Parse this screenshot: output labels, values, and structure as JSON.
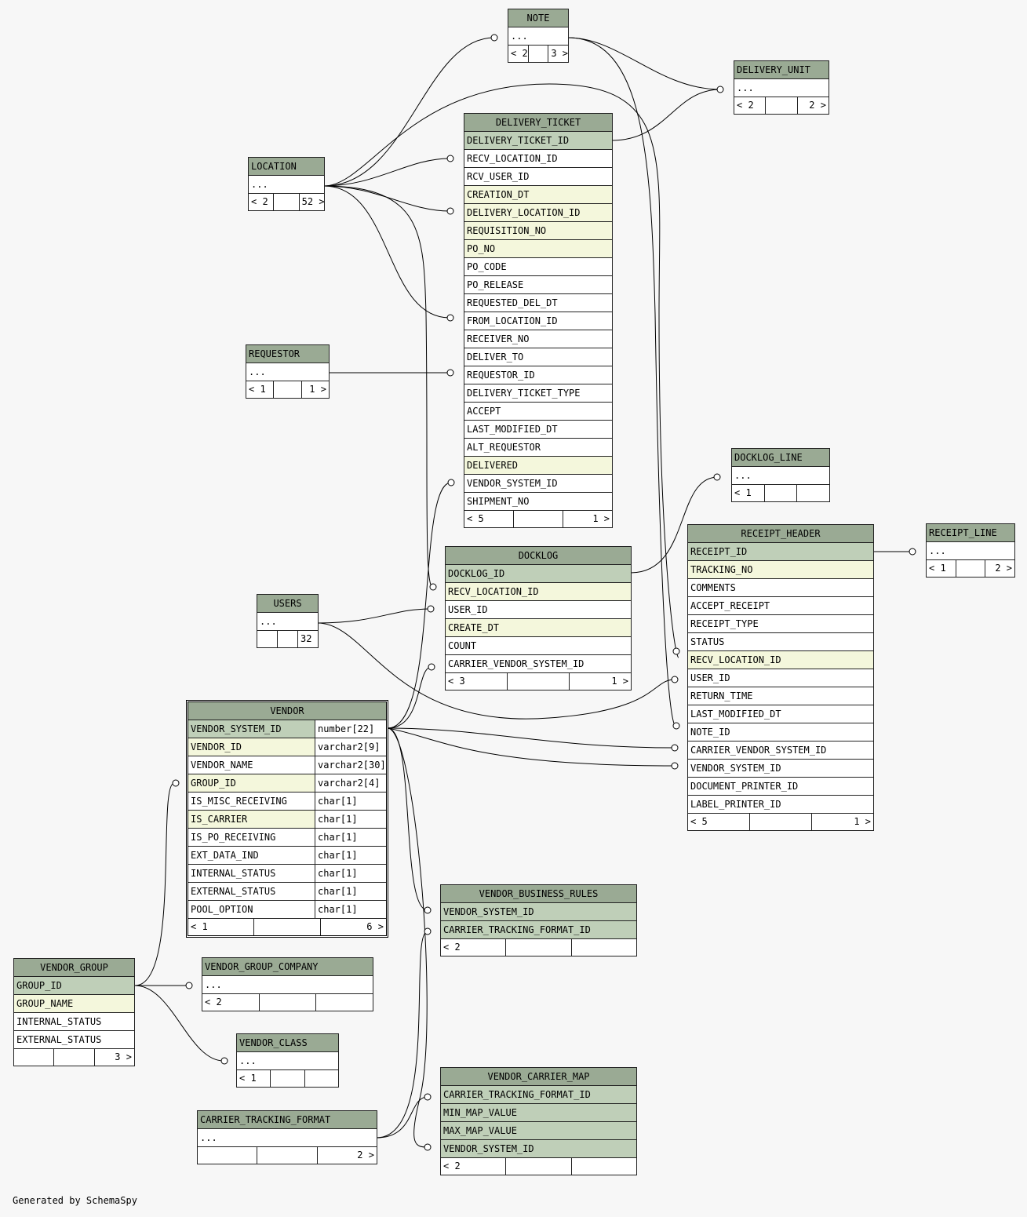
{
  "generated_by": "Generated by SchemaSpy",
  "tables": {
    "note": {
      "title": "NOTE",
      "ellipsis": "...",
      "f": [
        "< 2",
        "",
        "3 >"
      ]
    },
    "delivery_unit": {
      "title": "DELIVERY_UNIT",
      "ellipsis": "...",
      "f": [
        "< 2",
        "",
        "2 >"
      ]
    },
    "location": {
      "title": "LOCATION",
      "ellipsis": "...",
      "f": [
        "< 2",
        "",
        "52 >"
      ]
    },
    "requestor": {
      "title": "REQUESTOR",
      "ellipsis": "...",
      "f": [
        "< 1",
        "",
        "1 >"
      ]
    },
    "users": {
      "title": "USERS",
      "ellipsis": "...",
      "f": [
        "",
        "",
        "32 >"
      ]
    },
    "docklog_line": {
      "title": "DOCKLOG_LINE",
      "ellipsis": "...",
      "f": [
        "< 1",
        "",
        ""
      ]
    },
    "receipt_line": {
      "title": "RECEIPT_LINE",
      "ellipsis": "...",
      "f": [
        "< 1",
        "",
        "2 >"
      ]
    },
    "vendor_group_company": {
      "title": "VENDOR_GROUP_COMPANY",
      "ellipsis": "...",
      "f": [
        "< 2",
        "",
        ""
      ]
    },
    "vendor_class": {
      "title": "VENDOR_CLASS",
      "ellipsis": "...",
      "f": [
        "< 1",
        "",
        ""
      ]
    },
    "carrier_tracking_format": {
      "title": "CARRIER_TRACKING_FORMAT",
      "ellipsis": "...",
      "f": [
        "",
        "",
        "2 >"
      ]
    },
    "delivery_ticket": {
      "title": "DELIVERY_TICKET",
      "cols": [
        "DELIVERY_TICKET_ID",
        "RECV_LOCATION_ID",
        "RCV_USER_ID",
        "CREATION_DT",
        "DELIVERY_LOCATION_ID",
        "REQUISITION_NO",
        "PO_NO",
        "PO_CODE",
        "PO_RELEASE",
        "REQUESTED_DEL_DT",
        "FROM_LOCATION_ID",
        "RECEIVER_NO",
        "DELIVER_TO",
        "REQUESTOR_ID",
        "DELIVERY_TICKET_TYPE",
        "ACCEPT",
        "LAST_MODIFIED_DT",
        "ALT_REQUESTOR",
        "DELIVERED",
        "VENDOR_SYSTEM_ID",
        "SHIPMENT_NO"
      ],
      "f": [
        "< 5",
        "",
        "1 >"
      ]
    },
    "docklog": {
      "title": "DOCKLOG",
      "cols": [
        "DOCKLOG_ID",
        "RECV_LOCATION_ID",
        "USER_ID",
        "CREATE_DT",
        "COUNT",
        "CARRIER_VENDOR_SYSTEM_ID"
      ],
      "f": [
        "< 3",
        "",
        "1 >"
      ]
    },
    "receipt_header": {
      "title": "RECEIPT_HEADER",
      "cols": [
        "RECEIPT_ID",
        "TRACKING_NO",
        "COMMENTS",
        "ACCEPT_RECEIPT",
        "RECEIPT_TYPE",
        "STATUS",
        "RECV_LOCATION_ID",
        "USER_ID",
        "RETURN_TIME",
        "LAST_MODIFIED_DT",
        "NOTE_ID",
        "CARRIER_VENDOR_SYSTEM_ID",
        "VENDOR_SYSTEM_ID",
        "DOCUMENT_PRINTER_ID",
        "LABEL_PRINTER_ID"
      ],
      "f": [
        "< 5",
        "",
        "1 >"
      ]
    },
    "vendor": {
      "title": "VENDOR",
      "cols": [
        "VENDOR_SYSTEM_ID",
        "VENDOR_ID",
        "VENDOR_NAME",
        "GROUP_ID",
        "IS_MISC_RECEIVING",
        "IS_CARRIER",
        "IS_PO_RECEIVING",
        "EXT_DATA_IND",
        "INTERNAL_STATUS",
        "EXTERNAL_STATUS",
        "POOL_OPTION"
      ],
      "types": [
        "number[22]",
        "varchar2[9]",
        "varchar2[30]",
        "varchar2[4]",
        "char[1]",
        "char[1]",
        "char[1]",
        "char[1]",
        "char[1]",
        "char[1]",
        "char[1]"
      ],
      "f": [
        "< 1",
        "",
        "6 >"
      ]
    },
    "vendor_group": {
      "title": "VENDOR_GROUP",
      "cols": [
        "GROUP_ID",
        "GROUP_NAME",
        "INTERNAL_STATUS",
        "EXTERNAL_STATUS"
      ],
      "f": [
        "",
        "",
        "3 >"
      ]
    },
    "vendor_business_rules": {
      "title": "VENDOR_BUSINESS_RULES",
      "cols": [
        "VENDOR_SYSTEM_ID",
        "CARRIER_TRACKING_FORMAT_ID"
      ],
      "f": [
        "< 2",
        "",
        ""
      ]
    },
    "vendor_carrier_map": {
      "title": "VENDOR_CARRIER_MAP",
      "cols": [
        "CARRIER_TRACKING_FORMAT_ID",
        "MIN_MAP_VALUE",
        "MAX_MAP_VALUE",
        "VENDOR_SYSTEM_ID"
      ],
      "f": [
        "< 2",
        "",
        ""
      ]
    }
  }
}
